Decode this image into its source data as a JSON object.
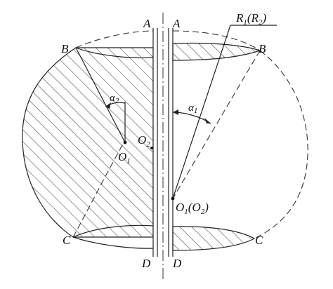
{
  "labels": {
    "A_left": "A",
    "A_right": "A",
    "B_left": "B",
    "B_right": "B",
    "C_left": "C",
    "C_right": "C",
    "D_left": "D",
    "D_right": "D",
    "O2_left": {
      "base": "O",
      "sub": "2"
    },
    "O1_left": {
      "base": "O",
      "sub": "1"
    },
    "O1O2_right": {
      "base": "O",
      "sub": "1",
      "paren_base": "O",
      "paren_sub": "2"
    },
    "alpha1": {
      "base": "α",
      "sub": "1"
    },
    "alpha2": {
      "base": "α",
      "sub": "2"
    },
    "R1R2": {
      "base": "R",
      "sub": "1",
      "paren_base": "R",
      "paren_sub": "2"
    }
  },
  "colors": {
    "line": "#222222",
    "background": "#ffffff"
  }
}
